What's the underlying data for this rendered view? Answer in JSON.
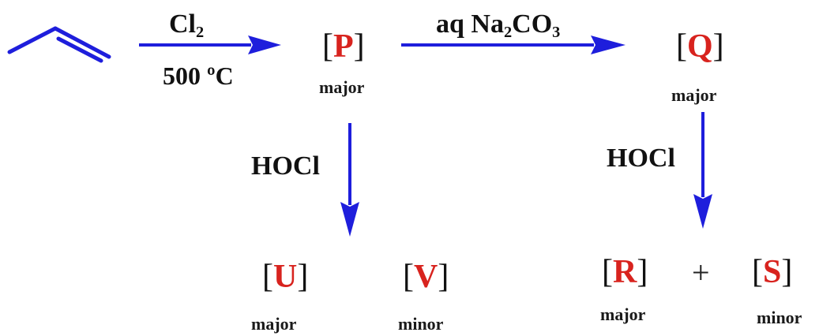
{
  "colors": {
    "arrow": "#1e1edc",
    "bond": "#1e1edc",
    "compound_letter": "#d8231e",
    "text": "#111111"
  },
  "reagents": {
    "step1_top": {
      "text": "Cl",
      "sub": "2"
    },
    "step1_bottom": "500 ºC",
    "step2": {
      "prefix": "aq Na",
      "sub1": "2",
      "mid": "CO",
      "sub2": "3"
    },
    "step3": "HOCl",
    "step4": "HOCl"
  },
  "compounds": {
    "P": {
      "letter": "P",
      "tag": "major"
    },
    "Q": {
      "letter": "Q",
      "tag": "major"
    },
    "U": {
      "letter": "U",
      "tag": "major"
    },
    "V": {
      "letter": "V",
      "tag": "minor"
    },
    "R": {
      "letter": "R",
      "tag": "major"
    },
    "S": {
      "letter": "S",
      "tag": "minor"
    }
  },
  "plus_sign": "+"
}
